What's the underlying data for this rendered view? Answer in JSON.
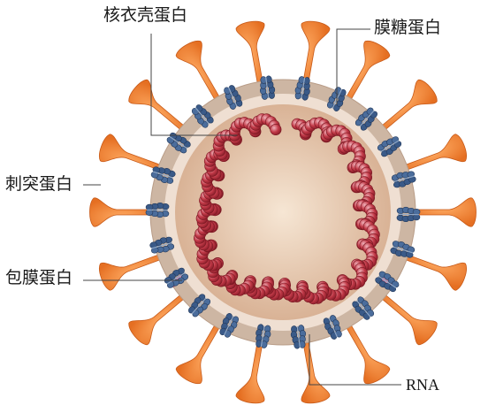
{
  "labels": {
    "nucleocapsid": "核衣壳蛋白",
    "membrane_glyco": "膜糖蛋白",
    "spike": "刺突蛋白",
    "envelope": "包膜蛋白",
    "rna": "RNA"
  },
  "colors": {
    "spike_fill": "#ee7a2e",
    "spike_stroke": "#c85a18",
    "envelope_ring": "#ccb4a2",
    "envelope_inner": "#f1e2d6",
    "core_center": "#f4e1cf",
    "core_edge": "#d9b296",
    "rna_bead": "#bb3542",
    "rna_bead_light": "#e59aa3",
    "membrane_protein": "#3a5a88",
    "membrane_protein_light": "#8fa8c8",
    "envelope_protein": "#d48aa9",
    "leader_line": "#444444"
  },
  "icons": {
    "spike": "spike-protein-icon",
    "membrane": "membrane-protein-icon",
    "envelope": "envelope-protein-icon",
    "rna": "rna-strand-icon"
  }
}
